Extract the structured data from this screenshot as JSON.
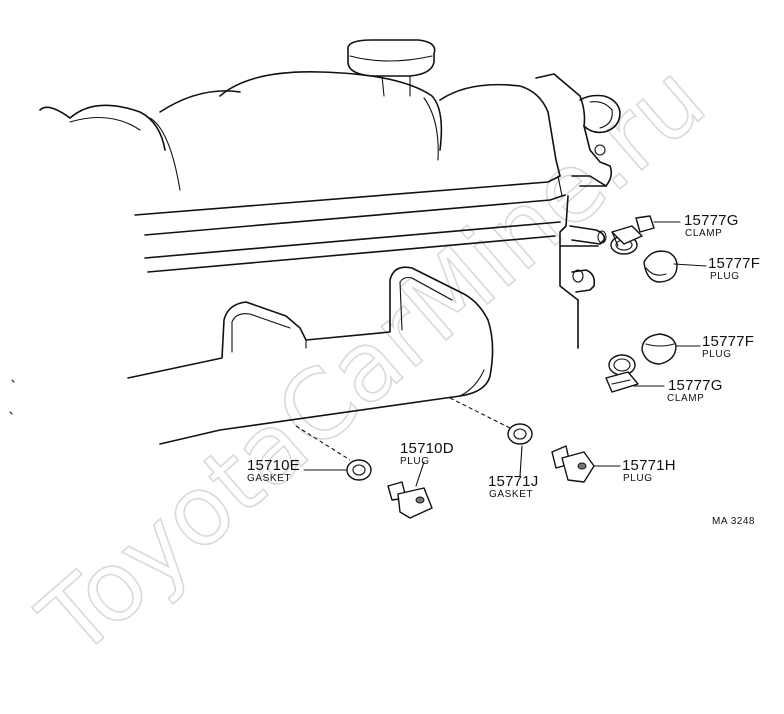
{
  "watermark": "ToyotaCarMine.ru",
  "diagram_code": "MA 3248",
  "callouts": {
    "clamp_upper": {
      "part_no": "15777G",
      "name": "CLAMP"
    },
    "plug_upper": {
      "part_no": "15777F",
      "name": "PLUG"
    },
    "plug_lower": {
      "part_no": "15777F",
      "name": "PLUG"
    },
    "clamp_lower": {
      "part_no": "15777G",
      "name": "CLAMP"
    },
    "gasket_left": {
      "part_no": "15710E",
      "name": "GASKET"
    },
    "plug_left": {
      "part_no": "15710D",
      "name": "PLUG"
    },
    "gasket_right": {
      "part_no": "15771J",
      "name": "GASKET"
    },
    "plug_right": {
      "part_no": "15771H",
      "name": "PLUG"
    }
  }
}
